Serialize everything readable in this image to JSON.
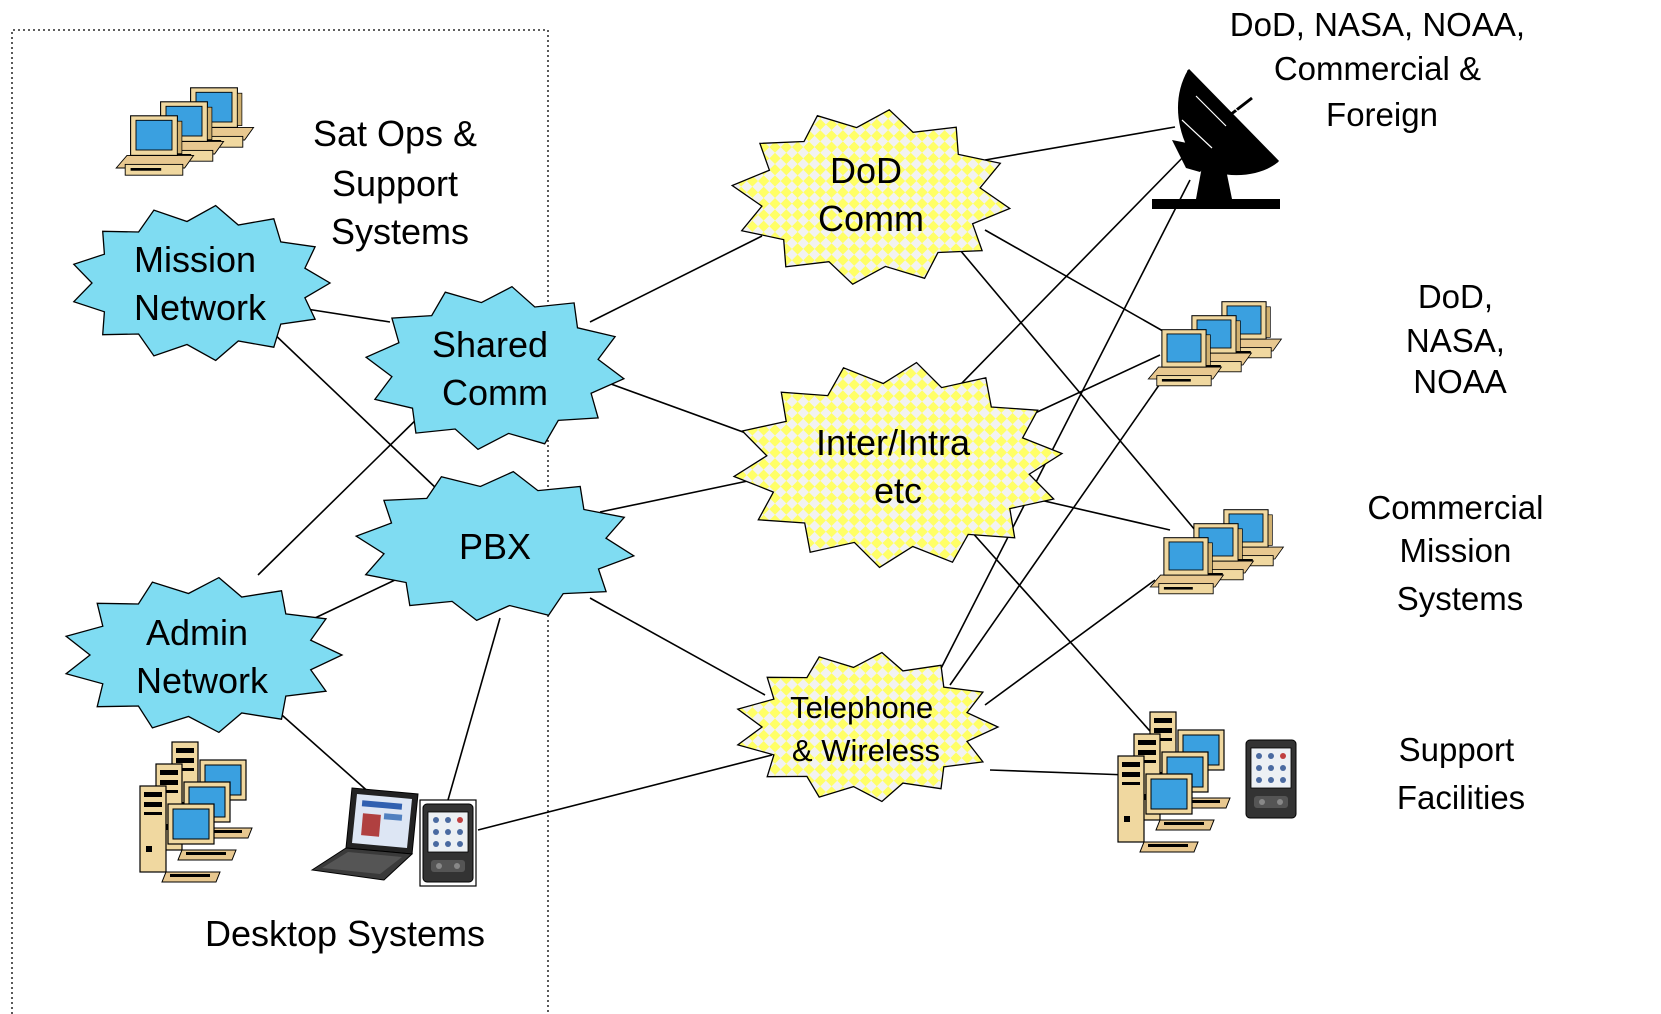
{
  "colors": {
    "network_fill": "#7fdcf2",
    "comm_fill": "#ffff66",
    "comm_pattern": "#f2f2f2",
    "screen": "#3aa0e0",
    "computer_body": "#f0d8a0",
    "stroke": "#000000"
  },
  "enterprise": {
    "mission_network": [
      "Mission",
      "Network"
    ],
    "admin_network": [
      "Admin",
      "Network"
    ],
    "shared_comm": [
      "Shared",
      "Comm"
    ],
    "pbx": [
      "PBX"
    ],
    "sat_ops_label": [
      "Sat Ops &",
      "Support",
      "Systems"
    ],
    "desktop_label": "Desktop Systems",
    "sat_ops_icon": "computer-cluster-icon",
    "desktop_icon": "tower-computer-cluster-icon",
    "mobile_icons": [
      "laptop-icon",
      "pda-icon"
    ]
  },
  "comm": {
    "dod_comm": [
      "DoD",
      "Comm"
    ],
    "inter_intra": [
      "Inter/Intra",
      "etc"
    ],
    "telephone_wireless": [
      "Telephone",
      "& Wireless"
    ]
  },
  "external": {
    "satellite": {
      "icon": "satellite-dish-icon",
      "label": [
        "DoD, NASA, NOAA,",
        "Commercial &",
        "Foreign"
      ]
    },
    "dod_nasa_noaa": {
      "icon": "computer-cluster-icon",
      "label": [
        "DoD,",
        "NASA,",
        "NOAA"
      ]
    },
    "commercial_mission": {
      "icon": "computer-cluster-icon",
      "label": [
        "Commercial",
        "Mission",
        "Systems"
      ]
    },
    "support_facilities": {
      "icon": "tower-computer-cluster-icon",
      "extra_icon": "pda-icon",
      "label": [
        "Support",
        "Facilities"
      ]
    }
  }
}
